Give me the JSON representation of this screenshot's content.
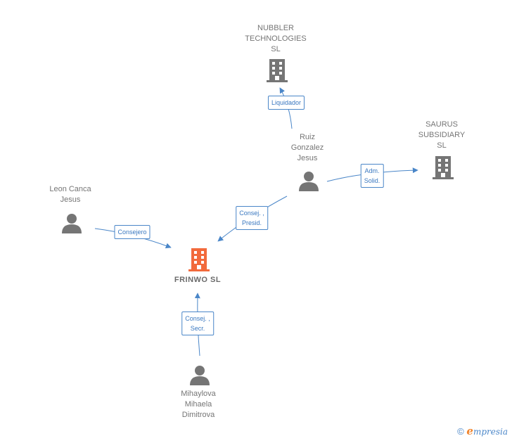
{
  "colors": {
    "company_gray": "#757575",
    "company_main": "#f26a3c",
    "person": "#757575",
    "edge": "#4a86c8",
    "brand_orange": "#f0842c"
  },
  "nodes": {
    "nubbler": {
      "label": "NUBBLER\nTECHNOLOGIES\nSL",
      "icon": "building-icon"
    },
    "saurus": {
      "label": "SAURUS\nSUBSIDIARY\nSL",
      "icon": "building-icon"
    },
    "frinwo": {
      "label": "FRINWO  SL",
      "icon": "building-icon"
    },
    "ruiz": {
      "label": "Ruiz\nGonzalez\nJesus",
      "icon": "person-icon"
    },
    "leon": {
      "label": "Leon Canca\nJesus",
      "icon": "person-icon"
    },
    "mihaylova": {
      "label": "Mihaylova\nMihaela\nDimitrova",
      "icon": "person-icon"
    }
  },
  "edges": {
    "liquidador": "Liquidador",
    "adm_solid": "Adm.\nSolid.",
    "consej_presid": "Consej. ,\nPresid.",
    "consejero": "Consejero",
    "consej_secr": "Consej. ,\nSecr."
  },
  "footer": {
    "copyright_symbol": "©",
    "brand_first": "e",
    "brand_rest": "mpresia"
  }
}
